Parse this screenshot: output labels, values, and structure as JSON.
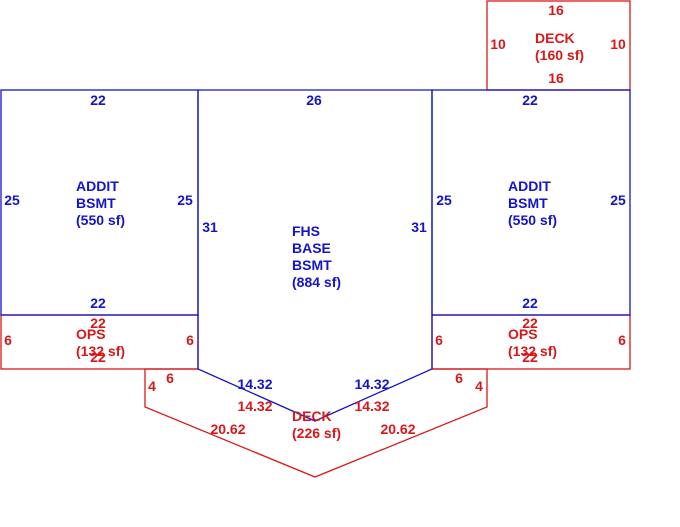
{
  "colors": {
    "base": "#1414c8",
    "exterior": "#d81818",
    "background": "#ffffff"
  },
  "areas": {
    "deck_top": {
      "name": "DECK",
      "area": "(160 sf)",
      "dims": {
        "top": "16",
        "bottom": "16",
        "left": "10",
        "right": "10"
      }
    },
    "addit_left": {
      "name_line1": "ADDIT",
      "name_line2": "BSMT",
      "area": "(550 sf)",
      "dims": {
        "top": "22",
        "bottom": "22",
        "left": "25",
        "right": "25"
      }
    },
    "fhs": {
      "name_line1": "FHS",
      "name_line2": "BASE",
      "name_line3": "BSMT",
      "area": "(884 sf)",
      "dims": {
        "top": "26",
        "left": "31",
        "right": "31",
        "diag_left": "14.32",
        "diag_right": "14.32"
      }
    },
    "addit_right": {
      "name_line1": "ADDIT",
      "name_line2": "BSMT",
      "area": "(550 sf)",
      "dims": {
        "top": "22",
        "bottom": "22",
        "left": "25",
        "right": "25"
      }
    },
    "ops_left": {
      "name": "OPS",
      "area": "(132 sf)",
      "dims": {
        "top": "22",
        "bottom": "22",
        "left": "6",
        "right": "6"
      }
    },
    "ops_right": {
      "name": "OPS",
      "area": "(132 sf)",
      "dims": {
        "top": "22",
        "bottom": "22",
        "left": "6",
        "right": "6"
      }
    },
    "deck_bottom": {
      "name": "DECK",
      "area": "(226 sf)",
      "dims": {
        "left_short": "4",
        "right_short": "4",
        "left_step": "6",
        "right_step": "6",
        "inner_left": "14.32",
        "inner_right": "14.32",
        "outer_left": "20.62",
        "outer_right": "20.62"
      }
    }
  }
}
